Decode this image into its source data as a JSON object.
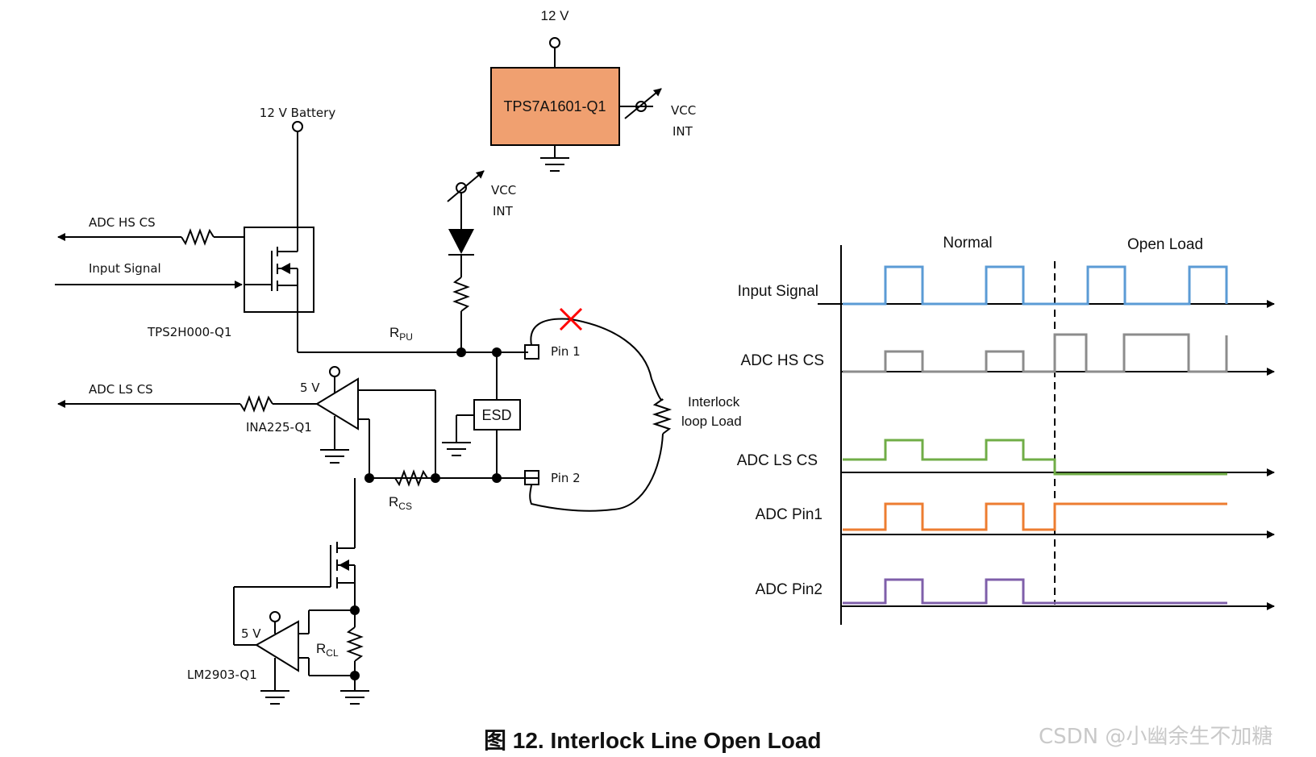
{
  "schematic": {
    "supply_12v": "12 V",
    "ldo_name": "TPS7A1601-Q1",
    "vcc_int_top_1": "VCC",
    "vcc_int_top_2": "INT",
    "battery_label": "12 V Battery",
    "vcc_int_mid_1": "VCC",
    "vcc_int_mid_2": "INT",
    "adc_hs_cs": "ADC HS CS",
    "input_signal": "Input Signal",
    "hs_switch_name": "TPS2H000-Q1",
    "rpu_main": "R",
    "rpu_sub": "PU",
    "pin1": "Pin 1",
    "pin2": "Pin 2",
    "esd": "ESD",
    "interlock_1": "Interlock",
    "interlock_2": "loop Load",
    "adc_ls_cs": "ADC LS CS",
    "supply_5v_a": "5 V",
    "ina_name": "INA225-Q1",
    "rcs_main": "R",
    "rcs_sub": "CS",
    "supply_5v_b": "5 V",
    "rcl_main": "R",
    "rcl_sub": "CL",
    "comparator_name": "LM2903-Q1"
  },
  "timing": {
    "normal_label": "Normal",
    "open_load_label": "Open Load",
    "signals": [
      {
        "name": "Input Signal",
        "color": "#5b9bd5"
      },
      {
        "name": "ADC HS CS",
        "color": "#8c8c8c"
      },
      {
        "name": "ADC LS CS",
        "color": "#70ad47"
      },
      {
        "name": "ADC Pin1",
        "color": "#ed7d31"
      },
      {
        "name": "ADC Pin2",
        "color": "#7f5faa"
      }
    ]
  },
  "colors": {
    "ldo_fill": "#f0a070",
    "open_mark": "#ff0000"
  },
  "caption": "图 12. Interlock Line Open Load",
  "watermark": "CSDN @小幽余生不加糖"
}
